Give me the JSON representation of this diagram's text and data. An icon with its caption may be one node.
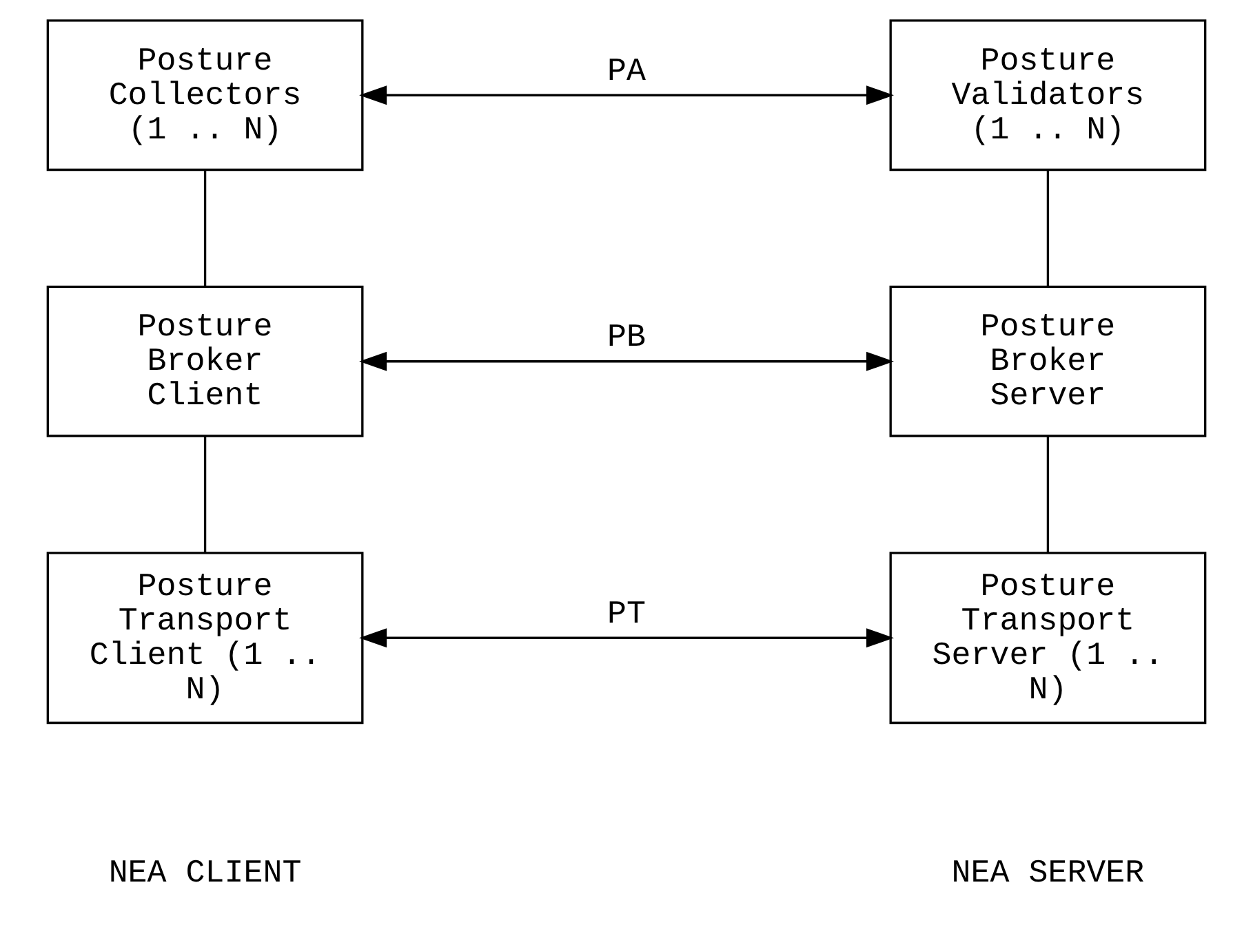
{
  "diagram": {
    "nodes": [
      {
        "text": [
          "Posture Collectors (1 .. N)"
        ]
      },
      {
        "text": [
          "Posture Validators (1 .. N)"
        ]
      },
      {
        "text": [
          "Posture Broker Client"
        ]
      },
      {
        "text": [
          "Posture Broker Server"
        ]
      },
      {
        "text": [
          "Posture Transport Client (1 .. N)"
        ]
      },
      {
        "text": [
          "Posture Transport Server (1 .. N)"
        ]
      }
    ],
    "edges": [
      {
        "from": 0,
        "to": 1,
        "arrow": "both",
        "label": "PA"
      },
      {
        "from": 0,
        "to": 2,
        "arrow": "none"
      },
      {
        "from": 1,
        "to": 3,
        "arrow": "none"
      },
      {
        "from": 2,
        "to": 3,
        "arrow": "both",
        "label": "PB"
      },
      {
        "from": 2,
        "to": 4,
        "arrow": "none"
      },
      {
        "from": 3,
        "to": 5,
        "arrow": "none"
      },
      {
        "from": 4,
        "to": 5,
        "arrow": "both",
        "label": "PT"
      }
    ],
    "labels": [
      "NEA CLIENT",
      "NEA SERVER"
    ]
  }
}
